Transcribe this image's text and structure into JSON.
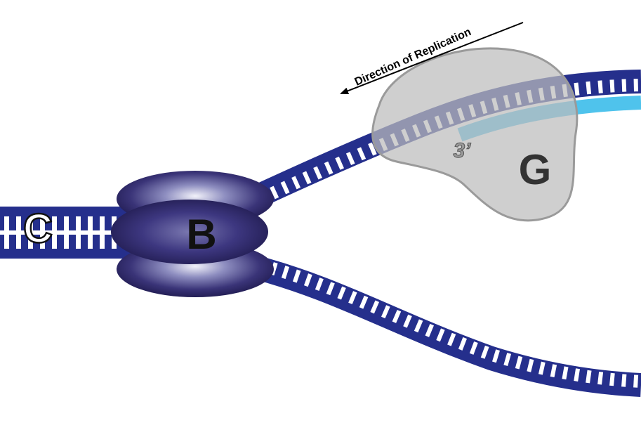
{
  "labels": {
    "helicase": "B",
    "parent_duplex": "C",
    "primer_complex": "G",
    "three_prime": "3’",
    "direction": "Direction of Replication"
  },
  "colors": {
    "strand": "#252f8c",
    "strand_edge": "#1a2270",
    "primer": "#4fc3ec",
    "rung": "#ffffff",
    "helicase_dark": "#2a2560",
    "helicase_mid": "#6a6aa0",
    "helicase_light": "#e8e8f4",
    "protein_fill": "#c8c8c8",
    "protein_edge": "#a0a0a0",
    "label_dark": "#333333",
    "label_black": "#111111"
  }
}
